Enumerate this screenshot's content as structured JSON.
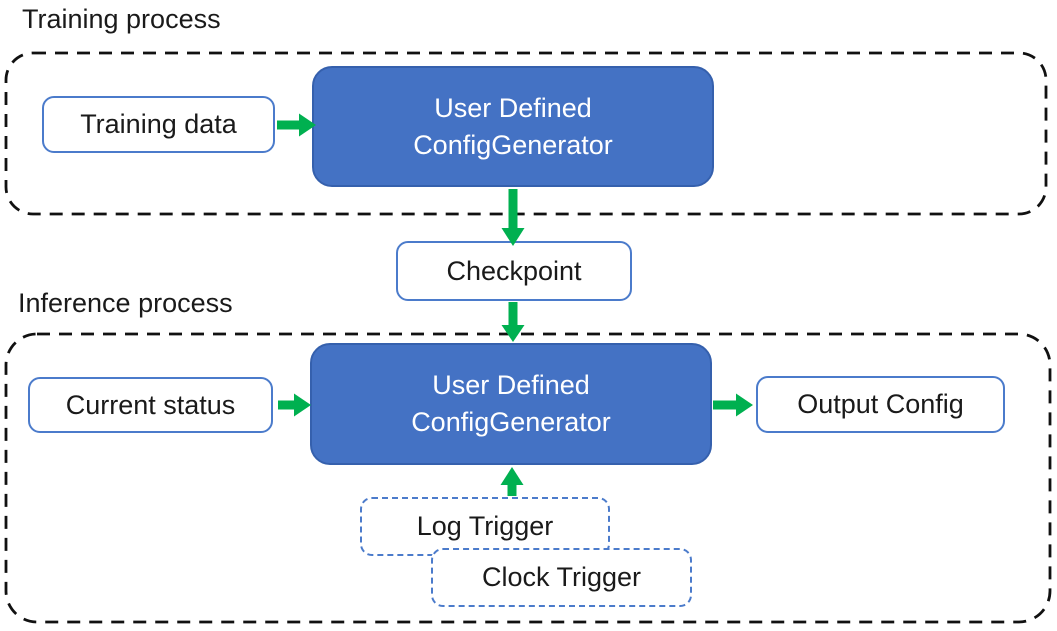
{
  "titles": {
    "training": "Training process",
    "inference": "Inference process"
  },
  "nodes": {
    "training_data": {
      "label": "Training data"
    },
    "generator_training": {
      "line1": "User Defined",
      "line2": "ConfigGenerator"
    },
    "checkpoint": {
      "label": "Checkpoint"
    },
    "current_status": {
      "label": "Current status"
    },
    "generator_inference": {
      "line1": "User Defined",
      "line2": "ConfigGenerator"
    },
    "output_config": {
      "label": "Output Config"
    },
    "log_trigger": {
      "label": "Log Trigger"
    },
    "clock_trigger": {
      "label": "Clock Trigger"
    }
  },
  "colors": {
    "node_fill": "#4472C4",
    "node_border": "#3560AD",
    "box_border": "#4B7BCB",
    "arrow_green": "#00B050",
    "container_stroke": "#111111",
    "text_dark": "#1A1A1A",
    "text_light": "#FFFFFF"
  }
}
